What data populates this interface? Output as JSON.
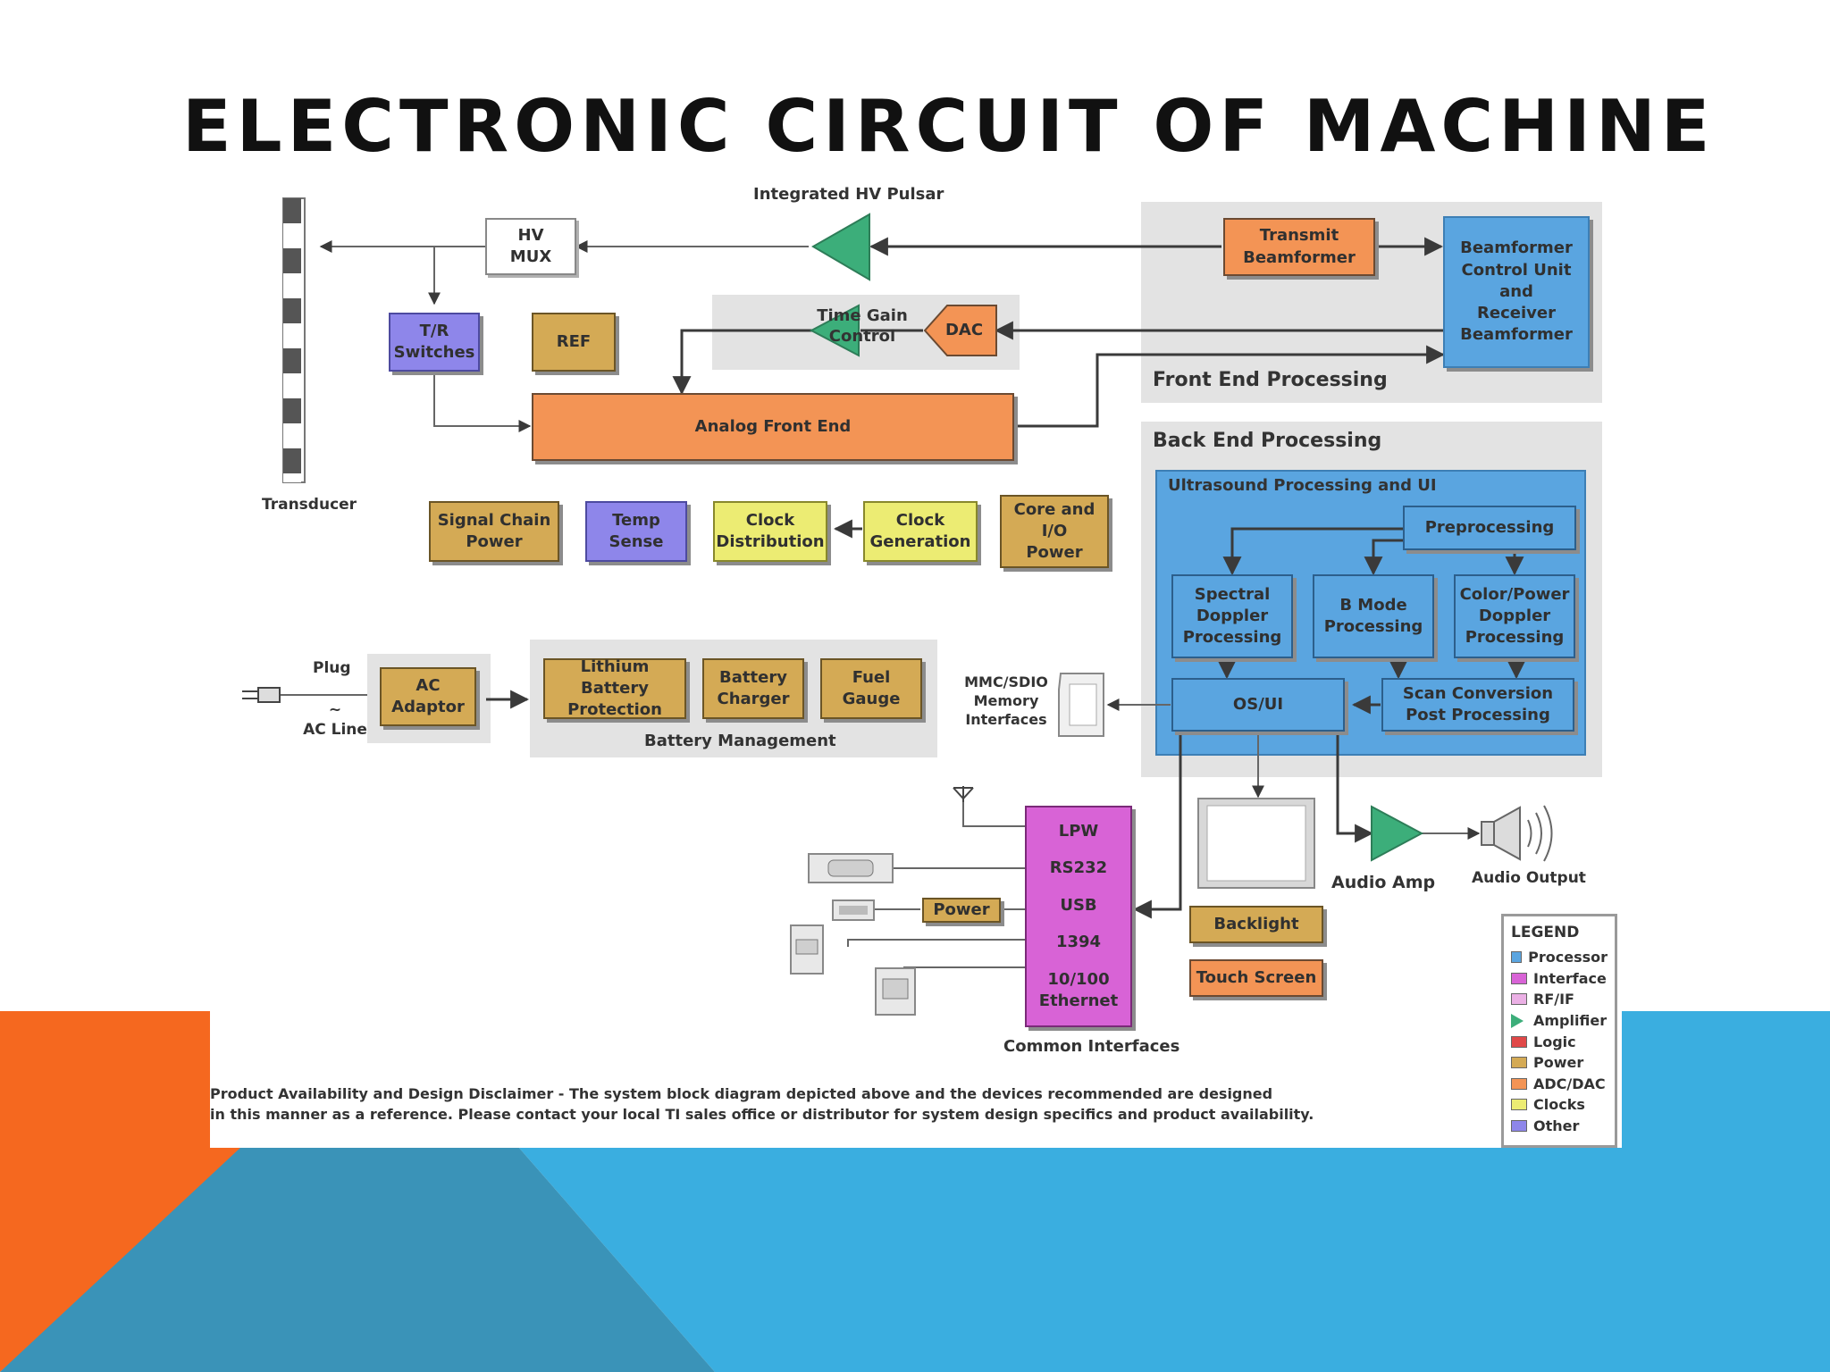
{
  "slide": {
    "title": "ELECTRONIC CIRCUIT OF MACHINE"
  },
  "colors": {
    "slide_orange": "#f5681f",
    "slide_blue": "#3aaee0",
    "slide_steel": "#3a93b8",
    "processor": "#5aa5e0",
    "interface": "#d863d6",
    "amplifier": "#3cae7a",
    "power": "#d4aa55",
    "adc_dac": "#f39455",
    "clocks": "#ecec73",
    "other": "#8e86ea",
    "group_gray": "#e3e3e3"
  },
  "diagram": {
    "labels": {
      "hv_pulsar": "Integrated HV Pulsar",
      "time_gain": "Time Gain\nControl",
      "transducer": "Transducer",
      "front_end": "Front End Processing",
      "back_end": "Back End Processing",
      "ultrasound_ui": "Ultrasound Processing and UI",
      "plug": "Plug",
      "ac_line": "~\nAC Line",
      "battery_mgmt": "Battery Management",
      "mmc_sdio": "MMC/SDIO\nMemory\nInterfaces",
      "audio_amp": "Audio Amp",
      "audio_output": "Audio Output",
      "common_interfaces": "Common Interfaces"
    },
    "blocks": {
      "hv_mux": "HV\nMUX",
      "transmit_bf": "Transmit\nBeamformer",
      "bf_control": "Beamformer\nControl Unit\nand\nReceiver\nBeamformer",
      "tr_switches": "T/R\nSwitches",
      "ref": "REF",
      "dac": "DAC",
      "afe": "Analog Front End",
      "signal_chain_power": "Signal Chain\nPower",
      "temp_sense": "Temp\nSense",
      "clock_dist": "Clock\nDistribution",
      "clock_gen": "Clock\nGeneration",
      "core_io_power": "Core and\nI/O\nPower",
      "preprocessing": "Preprocessing",
      "spectral": "Spectral\nDoppler\nProcessing",
      "bmode": "B Mode\nProcessing",
      "color_power": "Color/Power\nDoppler\nProcessing",
      "os_ui": "OS/UI",
      "scan_conv": "Scan Conversion\nPost Processing",
      "ac_adaptor": "AC\nAdaptor",
      "lithium": "Lithium Battery\nProtection",
      "battery_charger": "Battery\nCharger",
      "fuel_gauge": "Fuel\nGauge",
      "power": "Power",
      "backlight": "Backlight",
      "touch_screen": "Touch Screen"
    },
    "interfaces": [
      "LPW",
      "RS232",
      "USB",
      "1394",
      "10/100\nEthernet"
    ],
    "legend": {
      "title": "LEGEND",
      "items": [
        {
          "label": "Processor",
          "color": "#5aa5e0",
          "kind": "box"
        },
        {
          "label": "Interface",
          "color": "#d863d6",
          "kind": "box"
        },
        {
          "label": "RF/IF",
          "color": "#ebb0e5",
          "kind": "box"
        },
        {
          "label": "Amplifier",
          "color": "#3cae7a",
          "kind": "triangle"
        },
        {
          "label": "Logic",
          "color": "#e04848",
          "kind": "box"
        },
        {
          "label": "Power",
          "color": "#d4aa55",
          "kind": "box"
        },
        {
          "label": "ADC/DAC",
          "color": "#f39455",
          "kind": "box"
        },
        {
          "label": "Clocks",
          "color": "#ecec73",
          "kind": "box"
        },
        {
          "label": "Other",
          "color": "#8e86ea",
          "kind": "box"
        }
      ]
    },
    "disclaimer": "Product Availability and Design Disclaimer - The system block diagram depicted above and the devices recommended are designed\nin this manner as a reference. Please contact your local TI sales office or distributor for system design specifics and product availability."
  }
}
